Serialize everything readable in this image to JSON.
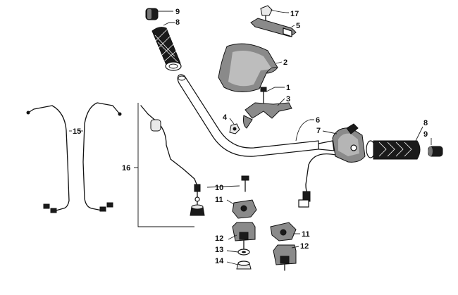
{
  "callouts": {
    "n9a": "9",
    "n8a": "8",
    "n17": "17",
    "n5": "5",
    "n2": "2",
    "n1": "1",
    "n3": "3",
    "n4": "4",
    "n6": "6",
    "n7": "7",
    "n8b": "8",
    "n9b": "9",
    "n15": "15",
    "n16": "16",
    "n10": "10",
    "n11a": "11",
    "n12a": "12",
    "n13": "13",
    "n14": "14",
    "n11b": "11",
    "n12b": "12"
  }
}
